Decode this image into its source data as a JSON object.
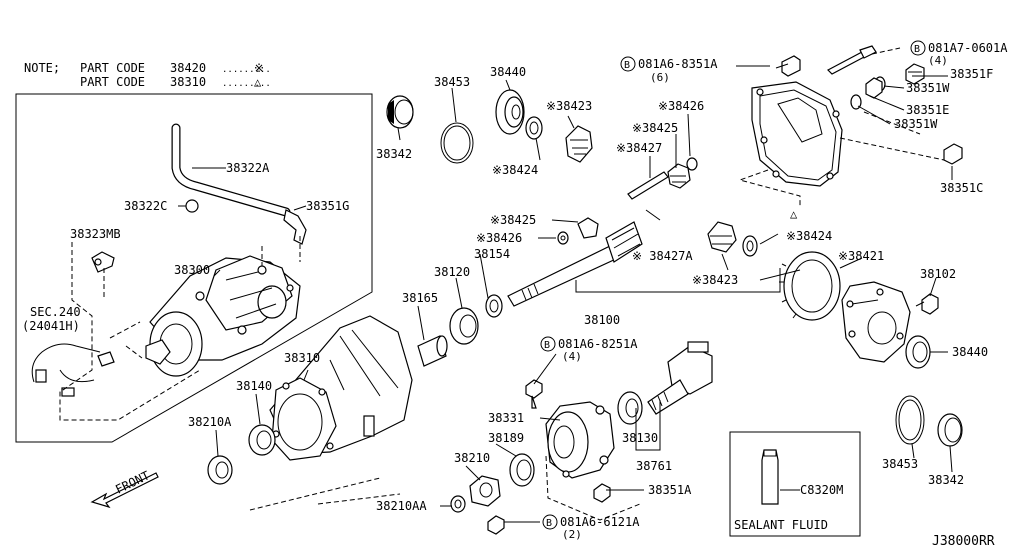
{
  "note": {
    "label": "NOTE;",
    "lines": [
      {
        "text": "PART CODE",
        "code": "38420",
        "dots": ".........",
        "sym": "※"
      },
      {
        "text": "PART CODE",
        "code": "38310",
        "dots": ".........",
        "sym": "△"
      }
    ]
  },
  "callouts": {
    "c38453a": "38453",
    "c38440a": "38440",
    "c38342a": "38342",
    "c38423a": "※38423",
    "c38424a": "※38424",
    "c38426a": "※38426",
    "c38425a": "※38425",
    "c38427": "※38427",
    "c38322a": "38322A",
    "c38322c": "38322C",
    "c38351g": "38351G",
    "c38323mb": "38323MB",
    "c38300": "38300",
    "csec240": "SEC.240",
    "c24041h": "(24041H)",
    "c38425b": "※38425",
    "c38426b": "※38426",
    "c38154": "38154",
    "c38427a": "※ 38427A",
    "c38424b": "※38424",
    "c38423b": "※38423",
    "c38120": "38120",
    "c38165": "38165",
    "c38100": "38100",
    "c38421": "※38421",
    "c38102": "38102",
    "c38440b": "38440",
    "c38310": "38310",
    "c38140": "38140",
    "c38210a": "38210A",
    "c38331": "38331",
    "c38189": "38189",
    "c38130": "38130",
    "c38761": "38761",
    "c38210": "38210",
    "c38351a": "38351A",
    "c38210aa": "38210AA",
    "c38453b": "38453",
    "c38342b": "38342",
    "c38351f": "38351F",
    "c38351w1": "38351W",
    "c38351e": "38351E",
    "c38351w2": "38351W",
    "c38351c": "38351C",
    "c8320m": "C8320M"
  },
  "bolt_refs": {
    "b1": {
      "circle": "B",
      "code": "081A6-8351A",
      "qty": "(6)"
    },
    "b2": {
      "circle": "B",
      "code": "081A7-0601A",
      "qty": "(4)"
    },
    "b3": {
      "circle": "B",
      "code": "081A6-8251A",
      "qty": "(4)"
    },
    "b4": {
      "circle": "B",
      "code": "081A6-6121A",
      "qty": "(2)"
    }
  },
  "front_label": "FRONT",
  "sealant_label": "SEALANT FLUID",
  "diagram_code": "J38000RR"
}
